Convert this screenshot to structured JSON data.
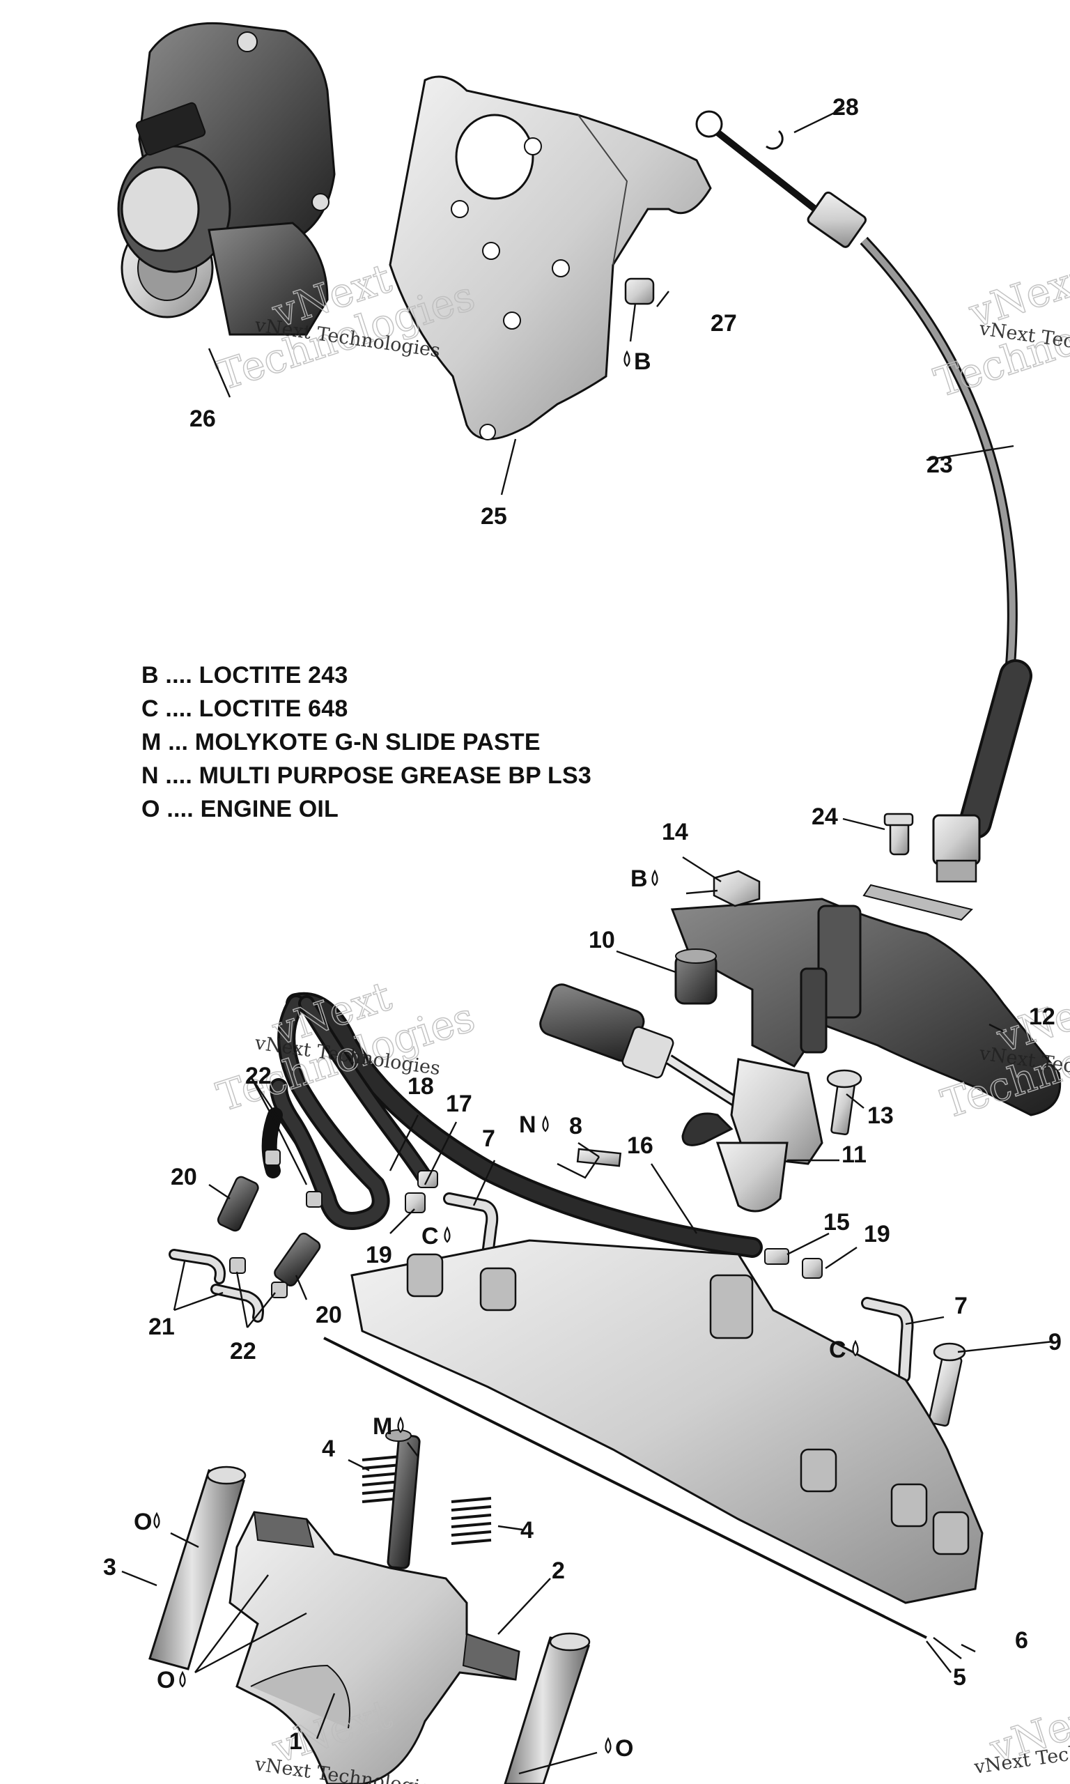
{
  "legend": [
    {
      "code": "B",
      "dots": "....",
      "text": "LOCTITE 243"
    },
    {
      "code": "C",
      "dots": "....",
      "text": "LOCTITE 648"
    },
    {
      "code": "M",
      "dots": "...",
      "text": "MOLYKOTE G-N SLIDE PASTE"
    },
    {
      "code": "N",
      "dots": "....",
      "text": "MULTI PURPOSE GREASE BP LS3"
    },
    {
      "code": "O",
      "dots": "....",
      "text": "ENGINE OIL"
    }
  ],
  "callouts": {
    "c1": "1",
    "c2": "2",
    "c3": "3",
    "c4a": "4",
    "c4b": "4",
    "c5": "5",
    "c6": "6",
    "c7a": "7",
    "c7b": "7",
    "c8": "8",
    "c9": "9",
    "c10": "10",
    "c11": "11",
    "c12": "12",
    "c13": "13",
    "c14": "14",
    "c15": "15",
    "c16": "16",
    "c17": "17",
    "c18": "18",
    "c19a": "19",
    "c19b": "19",
    "c20a": "20",
    "c20b": "20",
    "c21": "21",
    "c22a": "22",
    "c22b": "22",
    "c23": "23",
    "c24": "24",
    "c25": "25",
    "c26": "26",
    "c27": "27",
    "c28": "28"
  },
  "product_codes": {
    "b1": "B",
    "c1": "C",
    "c2": "C",
    "b2": "B",
    "n1": "N",
    "m1": "M",
    "o1": "O",
    "o2": "O",
    "o3": "O"
  },
  "watermark": {
    "line1": "vNext",
    "line2": "Technologies",
    "small": "vNext Technologies"
  },
  "colors": {
    "line": "#111111",
    "part_fill": "#cfcfcf",
    "part_dark": "#3a3a3a",
    "watermark": "#bdbdbd"
  }
}
